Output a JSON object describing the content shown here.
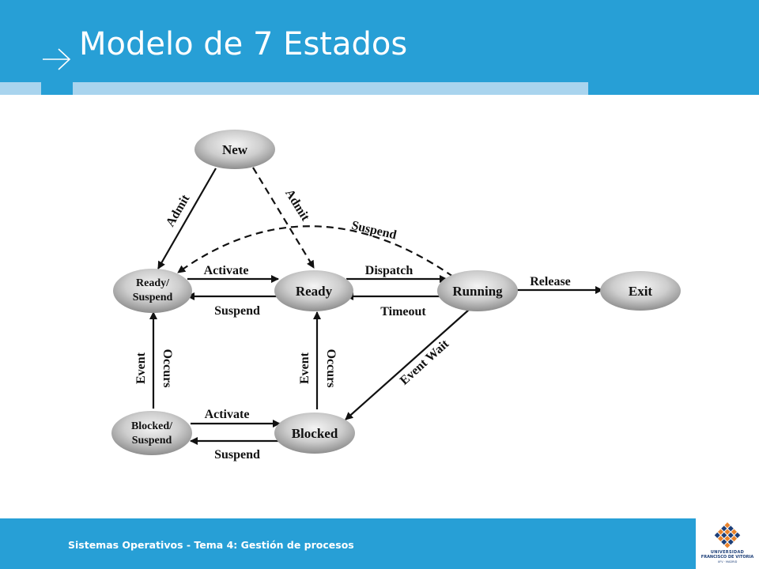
{
  "slide": {
    "title": "Modelo de 7 Estados",
    "footer": "Sistemas Operativos - Tema 4: Gestión de procesos"
  },
  "logo": {
    "name_line1": "UNIVERSIDAD",
    "name_line2": "FRANCISCO DE VITORIA",
    "name_line3": "UFV · MADRID"
  },
  "colors": {
    "header_blue": "#279fd6",
    "stripe_light": "#a9d4ee",
    "logo_orange": "#e9832c",
    "logo_navy": "#1d3f78"
  },
  "diagram": {
    "states": {
      "new": "New",
      "ready_suspend_1": "Ready/",
      "ready_suspend_2": "Suspend",
      "ready": "Ready",
      "running": "Running",
      "exit": "Exit",
      "blocked_suspend_1": "Blocked/",
      "blocked_suspend_2": "Suspend",
      "blocked": "Blocked"
    },
    "transitions": {
      "admit_to_ready_suspend": "Admit",
      "admit_to_ready": "Admit",
      "suspend_running_to_ready_suspend": "Suspend",
      "activate_ready_suspend_to_ready": "Activate",
      "suspend_ready_to_ready_suspend": "Suspend",
      "dispatch": "Dispatch",
      "timeout": "Timeout",
      "release": "Release",
      "event_wait": "Event Wait",
      "event_occurs_blocked_suspend_1": "Event",
      "event_occurs_blocked_suspend_2": "Occurs",
      "event_occurs_blocked_1": "Event",
      "event_occurs_blocked_2": "Occurs",
      "activate_blocked_suspend_to_blocked": "Activate",
      "suspend_blocked_to_blocked_suspend": "Suspend"
    }
  }
}
